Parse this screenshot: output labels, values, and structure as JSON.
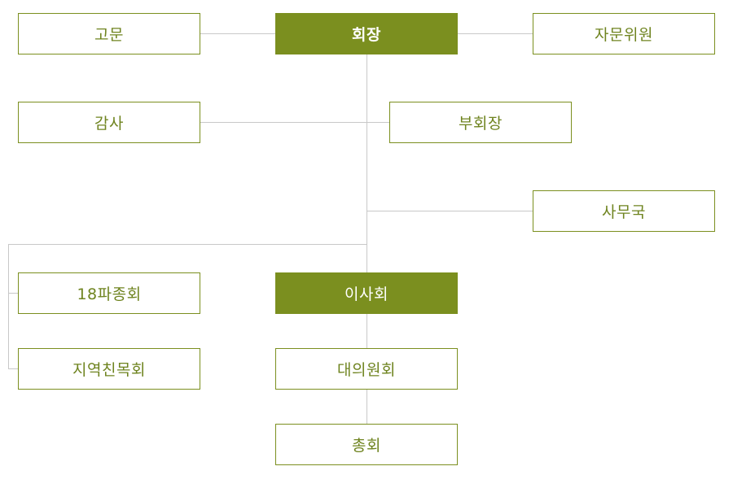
{
  "org_chart": {
    "colors": {
      "primary": "#7b8f1f",
      "text_outline": "#6f8420",
      "connector": "#c8c8c8"
    },
    "nodes": {
      "chairman": "회장",
      "advisor": "고문",
      "advisory_committee": "자문위원",
      "auditor": "감사",
      "vice_chairman": "부회장",
      "secretariat": "사무국",
      "board_of_directors": "이사회",
      "faction_18": "18파종회",
      "regional_fellowship": "지역친목회",
      "delegates_council": "대의원회",
      "general_assembly": "총회"
    }
  }
}
